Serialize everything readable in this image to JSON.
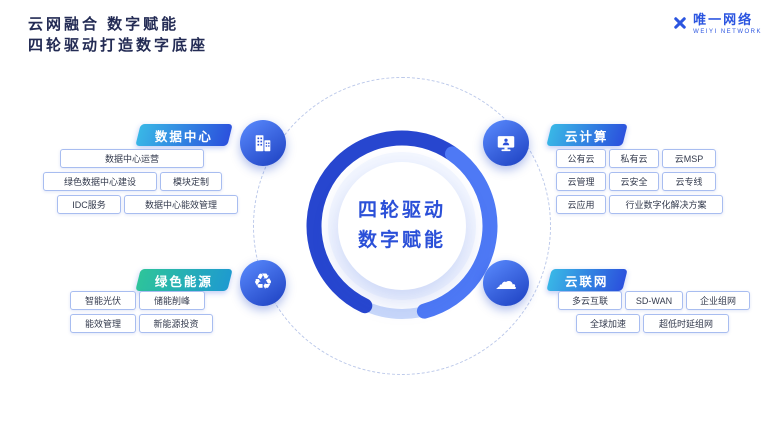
{
  "header": {
    "title_line1": "云网融合  数字赋能",
    "title_line2": "四轮驱动打造数字底座"
  },
  "logo": {
    "name": "唯一网络",
    "tagline": "WEIYI NETWORK"
  },
  "center": {
    "line1": "四轮驱动",
    "line2": "数字赋能"
  },
  "groups": [
    {
      "id": "data-center",
      "label": "数据中心",
      "items": [
        "数据中心运营",
        "绿色数据中心建设",
        "模块定制",
        "IDC服务",
        "数据中心能效管理"
      ]
    },
    {
      "id": "cloud-computing",
      "label": "云计算",
      "items": [
        "公有云",
        "私有云",
        "云MSP",
        "云管理",
        "云安全",
        "云专线",
        "云应用",
        "行业数字化解决方案"
      ]
    },
    {
      "id": "green-energy",
      "label": "绿色能源",
      "items": [
        "智能光伏",
        "储能削峰",
        "能效管理",
        "新能源投资"
      ]
    },
    {
      "id": "cloud-network",
      "label": "云联网",
      "items": [
        "多云互联",
        "SD-WAN",
        "企业组网",
        "全球加速",
        "超低时延组网"
      ]
    }
  ],
  "colors": {
    "accent_blue": "#2b55e0",
    "ring_dark": "#2746cf",
    "ring_mid": "#4e79f5",
    "ring_track": "#c9d8fa",
    "badge_teal": "#39b7e6",
    "badge_green": "#2ec49a",
    "title_dark": "#232b54"
  }
}
